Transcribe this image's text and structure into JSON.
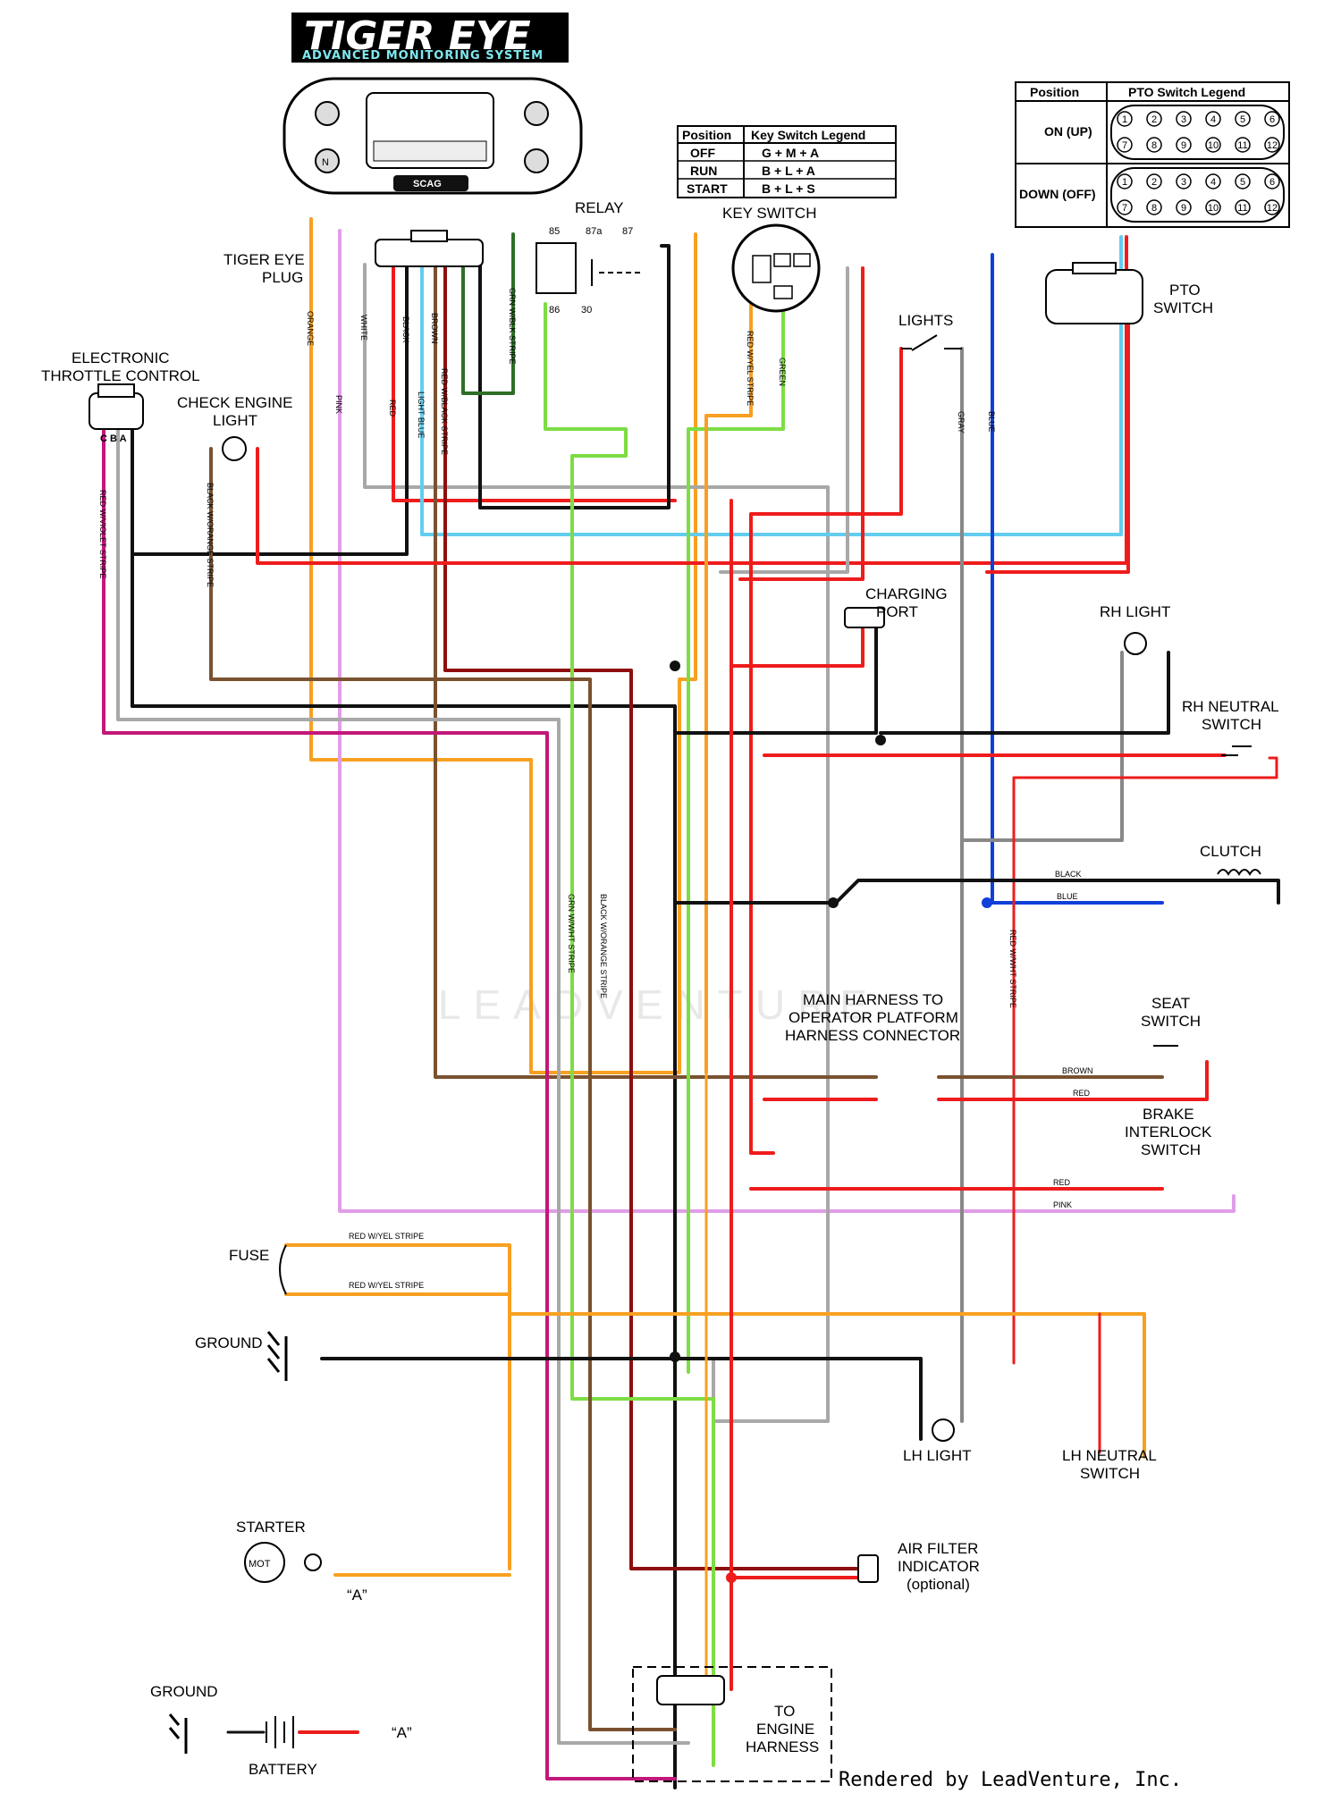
{
  "logo": {
    "title": "TIGER EYE",
    "subtitle": "ADVANCED MONITORING SYSTEM",
    "display_brand": "SCAG"
  },
  "key_switch_legend": {
    "headers": [
      "Position",
      "Key Switch Legend"
    ],
    "rows": [
      [
        "OFF",
        "G + M + A"
      ],
      [
        "RUN",
        "B + L + A"
      ],
      [
        "START",
        "B + L + S"
      ]
    ]
  },
  "pto_switch_legend": {
    "headers": [
      "Position",
      "PTO Switch Legend"
    ],
    "rows": [
      {
        "position": "ON (UP)",
        "pins_top": [
          "1",
          "2",
          "3",
          "4",
          "5",
          "6"
        ],
        "pins_bottom": [
          "7",
          "8",
          "9",
          "10",
          "11",
          "12"
        ]
      },
      {
        "position": "DOWN (OFF)",
        "pins_top": [
          "1",
          "2",
          "3",
          "4",
          "5",
          "6"
        ],
        "pins_bottom": [
          "7",
          "8",
          "9",
          "10",
          "11",
          "12"
        ]
      }
    ]
  },
  "components": {
    "relay": "RELAY",
    "relay_pins": [
      "85",
      "87a",
      "87",
      "86",
      "30"
    ],
    "key_switch": "KEY SWITCH",
    "tiger_eye_plug": [
      "TIGER EYE",
      "PLUG"
    ],
    "electronic_throttle": [
      "ELECTRONIC",
      "THROTTLE CONTROL"
    ],
    "etc_pins": "C B A",
    "check_engine": [
      "CHECK ENGINE",
      "LIGHT"
    ],
    "lights": "LIGHTS",
    "pto_switch": [
      "PTO",
      "SWITCH"
    ],
    "charging_port": [
      "CHARGING",
      "PORT"
    ],
    "rh_light": "RH LIGHT",
    "rh_neutral": [
      "RH NEUTRAL",
      "SWITCH"
    ],
    "clutch": "CLUTCH",
    "main_harness": [
      "MAIN HARNESS TO",
      "OPERATOR PLATFORM",
      "HARNESS CONNECTOR"
    ],
    "seat_switch": [
      "SEAT",
      "SWITCH"
    ],
    "brake_interlock": [
      "BRAKE",
      "INTERLOCK",
      "SWITCH"
    ],
    "fuse": "FUSE",
    "ground_top": "GROUND",
    "lh_light": "LH LIGHT",
    "lh_neutral": [
      "LH NEUTRAL",
      "SWITCH"
    ],
    "starter": "STARTER",
    "starter_symbol": "MOT",
    "starter_ref": "“A”",
    "air_filter": [
      "AIR FILTER",
      "INDICATOR",
      "(optional)"
    ],
    "ground_bottom": "GROUND",
    "battery": "BATTERY",
    "battery_ref": "“A”",
    "engine_harness": [
      "TO",
      "ENGINE",
      "HARNESS"
    ]
  },
  "wire_labels": {
    "orange": "ORANGE",
    "white": "WHITE",
    "pink": "PINK",
    "red": "RED",
    "black": "BLACK",
    "light_blue": "LIGHT BLUE",
    "brown": "BROWN",
    "red_black": "RED W/BLACK STRIPE",
    "grn_blk": "GRN W/BLK STRIPE",
    "red_yel_ks": "RED W/YEL STRIPE",
    "green": "GREEN",
    "gray": "GRAY",
    "blue": "BLUE",
    "red_violet": "RED W/VIOLET STRIPE",
    "black_orange": "BLACK W/ORANGE STRIPE",
    "grn_wht": "GRN W/WHT STRIPE",
    "red_wht": "RED W/WHT STRIPE",
    "black_orange_cel": "BLACK W/ORANGE STRIPE",
    "red_yel_fuse_top": "RED W/YEL STRIPE",
    "red_yel_fuse_bottom": "RED W/YEL STRIPE",
    "clutch_black": "BLACK",
    "clutch_blue": "BLUE",
    "seat_brown": "BROWN",
    "seat_red": "RED",
    "brake_red": "RED",
    "brake_pink": "PINK"
  },
  "watermark": "LEADVENTURE",
  "footer": "Rendered by LeadVenture, Inc.",
  "wire_colors": {
    "orange": "#f7a021",
    "pink": "#e19de8",
    "red": "#ee1c1c",
    "black": "#111111",
    "white": "#999999",
    "light_blue": "#62cdee",
    "blue": "#1040d8",
    "green": "#7ddd44",
    "gray": "#888888",
    "brown": "#7a5230",
    "dark_red": "#8e0f0f",
    "magenta": "#c2187a"
  }
}
